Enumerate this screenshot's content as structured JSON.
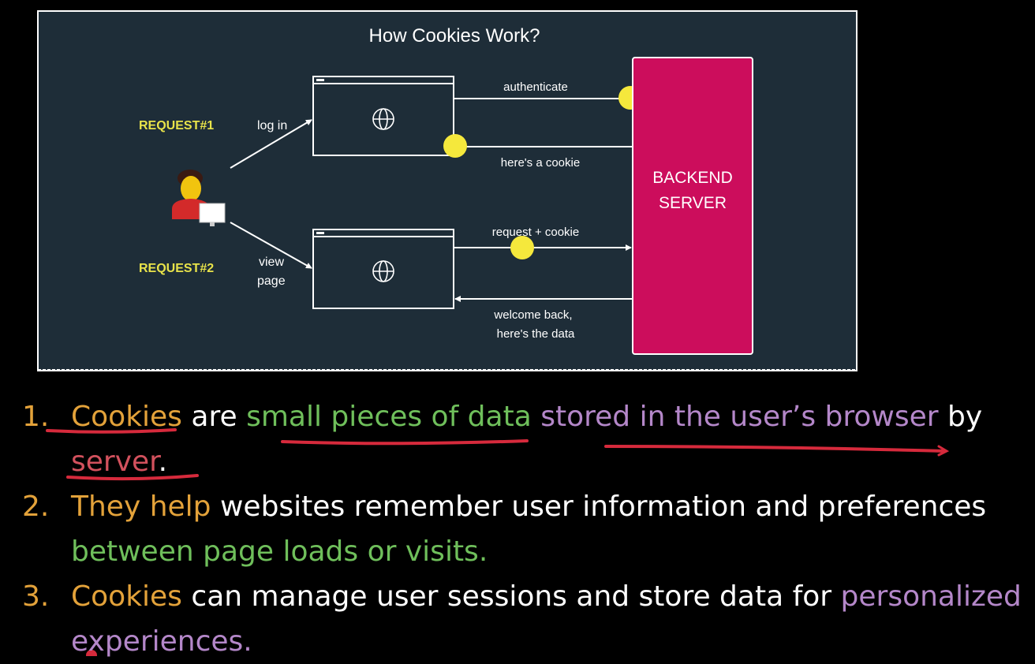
{
  "diagram": {
    "title": "How Cookies Work?",
    "request1_label": "REQUEST#1",
    "request2_label": "REQUEST#2",
    "login_label": "log in",
    "view_label_line1": "view",
    "view_label_line2": "page",
    "authenticate_label": "authenticate",
    "cookie_label": "here's a cookie",
    "request_cookie_label": "request + cookie",
    "welcome_line1": "welcome back,",
    "welcome_line2": "here's the data",
    "server_line1": "BACKEND",
    "server_line2": "SERVER",
    "icons": [
      "globe-icon",
      "user-at-computer-icon"
    ],
    "colors": {
      "panel_bg": "#1e2d38",
      "server_fill": "#cc0d5c",
      "cookie_dot": "#f5e83c",
      "request_label": "#e8e34a"
    }
  },
  "points": {
    "item1": {
      "number": "1.",
      "p1": "Cookies",
      "p2": " are ",
      "p3": "small pieces of data",
      "p4": " ",
      "p5": "stored in the user’s browser",
      "p6": " by ",
      "p7": "server",
      "p8": "."
    },
    "item2": {
      "number": "2.",
      "p1": "They help",
      "p2": " websites remember user information and preferences ",
      "p3": "between page loads or visits."
    },
    "item3": {
      "number": "3.",
      "p1": "Cookies",
      "p2": " can manage user sessions and store data for ",
      "p3": "personalized experiences."
    }
  }
}
